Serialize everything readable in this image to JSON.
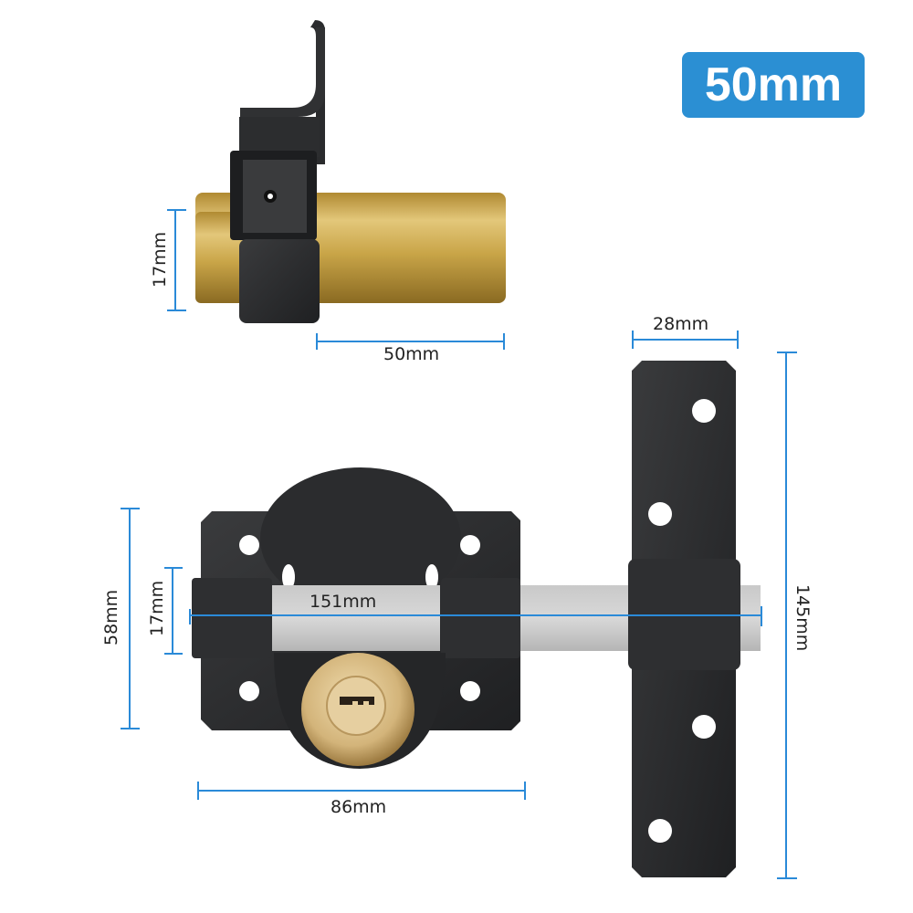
{
  "badge": {
    "label": "50mm",
    "color": "#2b8fd3"
  },
  "product": "Cylinder rim lock with bolt and keeper (dimension diagram)",
  "dimension_color": "#2a8ad8",
  "dimensions": {
    "cylinder_diameter": "17mm",
    "cylinder_length": "50mm",
    "keeper_width": "28mm",
    "keeper_height": "145mm",
    "lock_body_height": "58mm",
    "bolt_height": "17mm",
    "bolt_length": "151mm",
    "lock_body_width": "86mm"
  }
}
